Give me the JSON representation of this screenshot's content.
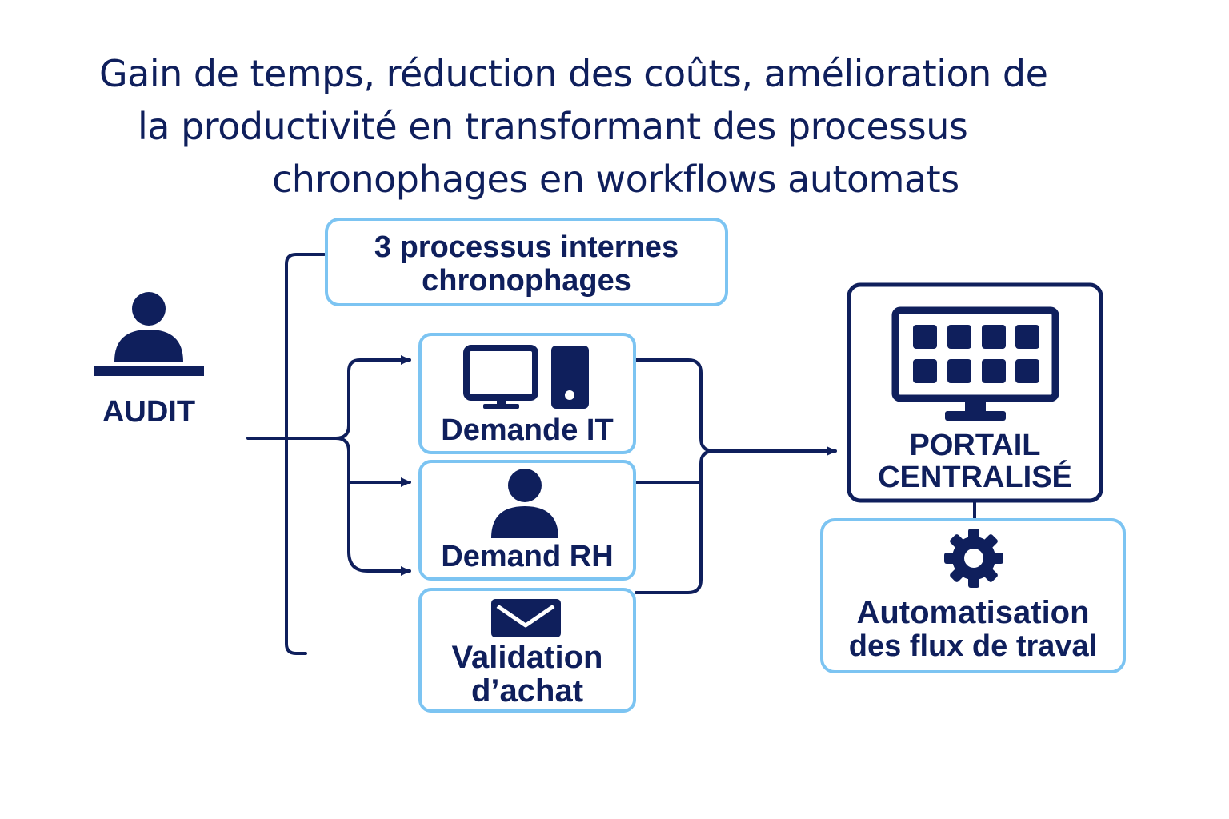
{
  "title": {
    "line1": "Gain de temps, réduction des coûts, amélioration de",
    "line2": "la productivité en transformant des processus",
    "line3": "chronophages en workflows automats"
  },
  "nodes": {
    "audit": {
      "label": "AUDIT",
      "icon": "person-at-desk-icon"
    },
    "processes_header": {
      "line1": "3 processus internes",
      "line2": "chronophages"
    },
    "demande_it": {
      "label": "Demande IT",
      "icon": "computer-tower-icon"
    },
    "demand_rh": {
      "label": "Demand RH",
      "icon": "person-icon"
    },
    "validation_achat": {
      "line1": "Validation",
      "line2": "d’achat",
      "icon": "envelope-icon"
    },
    "portail": {
      "line1": "PORTAIL",
      "line2": "CENTRALISÉ",
      "icon": "monitor-grid-icon"
    },
    "automatisation": {
      "line1": "Automatisation",
      "line2": "des flux de traval",
      "icon": "gear-icon"
    }
  },
  "colors": {
    "navy": "#0f1f5c",
    "light_blue_border": "#7cc4f2",
    "background": "#ffffff"
  }
}
